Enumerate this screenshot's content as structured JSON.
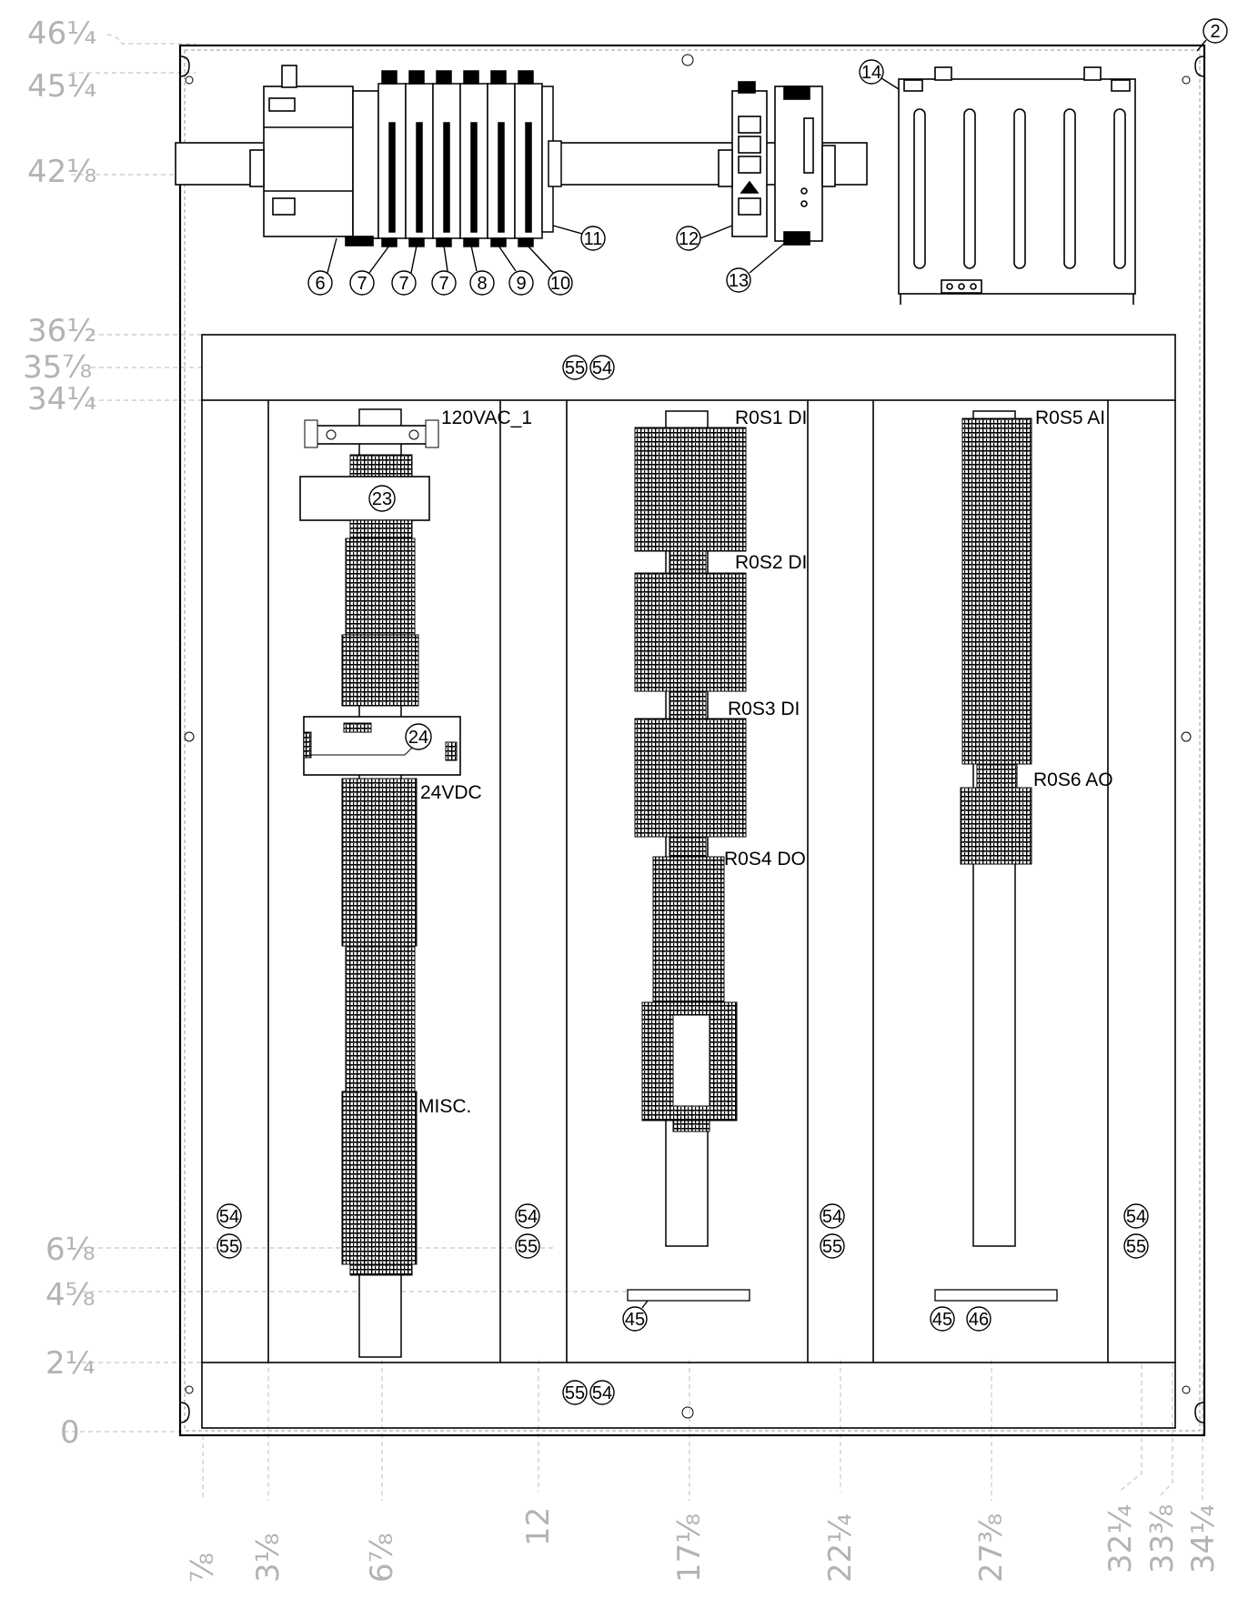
{
  "sheet": {
    "vertical_dims": [
      "46¼",
      "45¼",
      "42⅛",
      "36½",
      "35⅞",
      "34¼",
      "6⅛",
      "4⅝",
      "2¼",
      "0"
    ],
    "horizontal_dims": [
      "⅞",
      "3⅛",
      "6⅞",
      "12",
      "17⅛",
      "22¼",
      "27⅜",
      "32¼",
      "33⅜",
      "34¼"
    ]
  },
  "top_row": {
    "balloons": [
      "2",
      "14",
      "6",
      "7",
      "7",
      "7",
      "8",
      "9",
      "10",
      "11",
      "12",
      "13"
    ]
  },
  "duct_balloons": {
    "top_pair": [
      "55",
      "54"
    ],
    "bottom_pair": [
      "55",
      "54"
    ],
    "side_pair": [
      "54",
      "55"
    ]
  },
  "terminals": {
    "t1": "120VAC_1",
    "t2": "24VDC",
    "t3": "MISC.",
    "t4": "R0S1 DI",
    "t5": "R0S2 DI",
    "t6": "R0S3 DI",
    "t7": "R0S4 DO",
    "t8": "R0S5 AI",
    "t9": "R0S6 AO"
  },
  "component_balloons": {
    "breaker": "23",
    "power_supply": "24",
    "ground_bar_left": "45",
    "ground_bar_right": "45",
    "ground_bar_right_2": "46"
  }
}
